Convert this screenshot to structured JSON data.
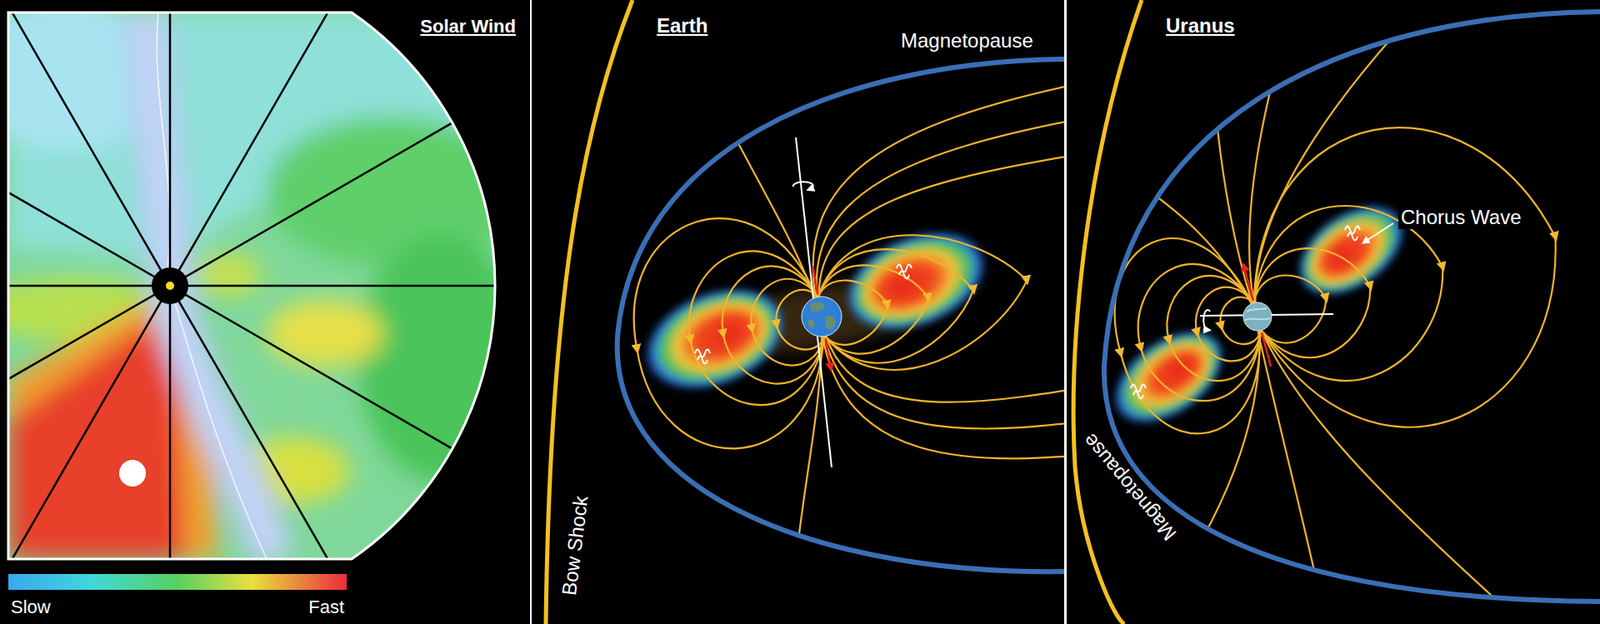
{
  "diagram": {
    "nodes": [
      {
        "text": [
          "Solar Wind"
        ]
      },
      {
        "text": [
          "Earth"
        ]
      },
      {
        "text": [
          "Uranus"
        ]
      }
    ],
    "labels": [
      "Slow",
      "Fast",
      "Magnetopause",
      "Bow Shock",
      "Chorus Wave",
      "Magnetopause"
    ]
  }
}
